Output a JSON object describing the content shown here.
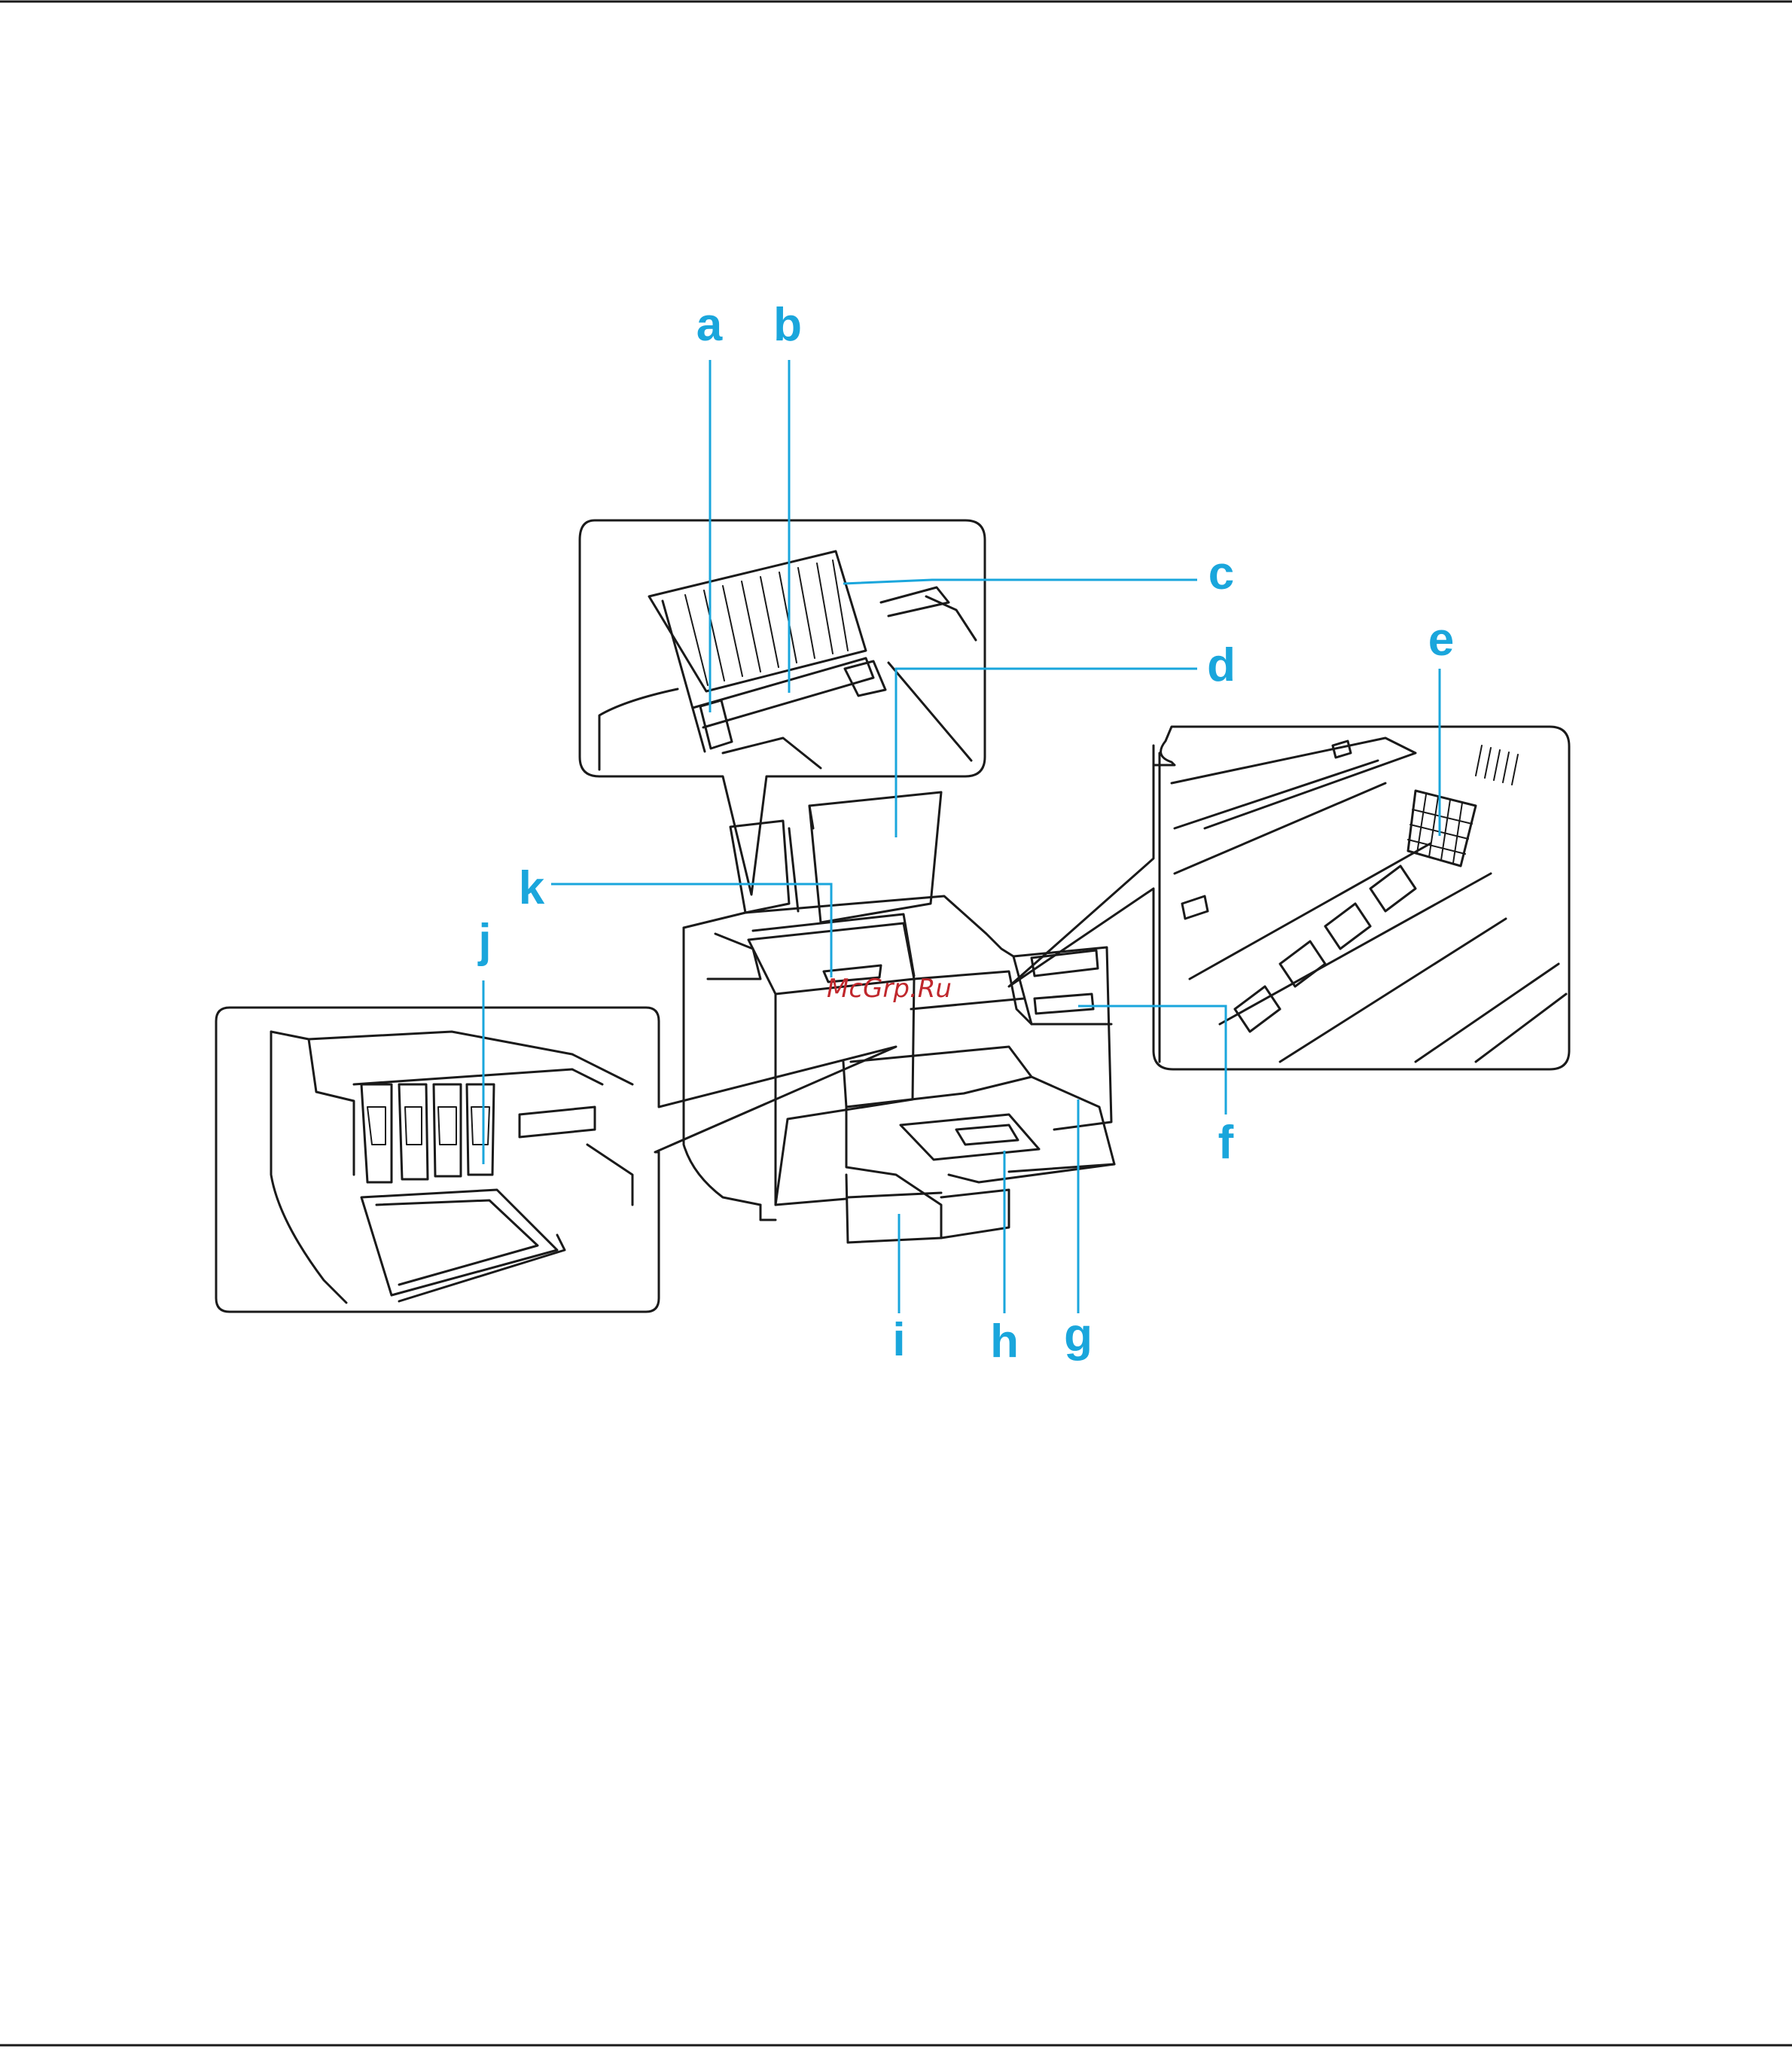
{
  "colors": {
    "accent": "#1aa6dc",
    "line": "#1a1a1a",
    "watermark": "#c0282d",
    "background": "#ffffff"
  },
  "labels": {
    "a": "a",
    "b": "b",
    "c": "c",
    "d": "d",
    "e": "e",
    "f": "f",
    "g": "g",
    "h": "h",
    "i": "i",
    "j": "j",
    "k": "k"
  },
  "watermark": "McGrp.Ru"
}
